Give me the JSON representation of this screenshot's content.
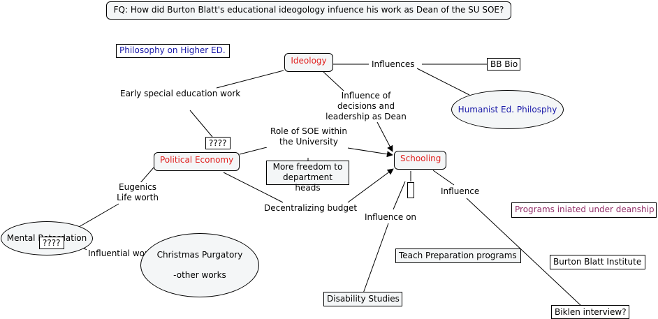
{
  "focus_question": "FQ: How did Burton Blatt's educational ideogology infuence his work as Dean of the SU SOE?",
  "nodes": {
    "ideology": "Ideology",
    "political_economy": "Political Economy",
    "schooling": "Schooling",
    "philosophy_higher_ed": "Philosophy on Higher ED.",
    "bb_bio": "BB Bio",
    "humanist": "Humanist Ed. Philosphy",
    "mental_retardation": "Mental Retardation",
    "question_mark_1": "????",
    "question_mark_2": "????",
    "christmas_purgatory": "Christmas Purgatory",
    "other_works": "-other works",
    "more_freedom": "More freedom to department heads",
    "programs": "Programs iniated under deanship",
    "teach_prep": "Teach Preparation programs",
    "burton_blatt_institute": "Burton Blatt Institute",
    "disability_studies": "Disability Studies",
    "biklen": "Biklen interview?"
  },
  "links": {
    "influences": "Influences",
    "early_special_ed": "Early special education work",
    "influence_decisions": "Influence of decisions and leadership as Dean",
    "role_soe": "Role of SOE within the University",
    "decentralizing": "Decentralizing budget",
    "eugenics": "Eugenics Life worth",
    "influential_work": "Influential work",
    "influence_on": "Influence on",
    "influence": "Influence"
  },
  "colors": {
    "concept_text": "#e0201e",
    "blue_text": "#1818a8",
    "magenta_text": "#93306a",
    "node_fill": "#f4f6f7"
  }
}
